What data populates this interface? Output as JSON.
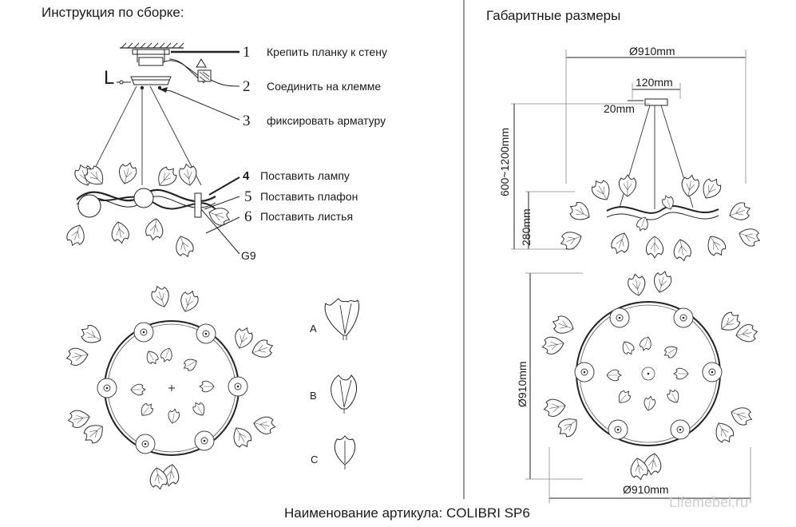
{
  "left_title": "Инструкция по сборке:",
  "right_title": "Габаритные размеры",
  "steps": [
    {
      "num": "1",
      "text": "Крепить планку к стену"
    },
    {
      "num": "2",
      "text": "Соединить на клемме"
    },
    {
      "num": "3",
      "text": "фиксировать арматуру"
    },
    {
      "num": "4",
      "text": "Поставить лампу"
    },
    {
      "num": "5",
      "text": "Поставить плафон"
    },
    {
      "num": "6",
      "text": "Поставить листья"
    }
  ],
  "callouts": {
    "ground": "L",
    "bulb": "G9"
  },
  "parts": [
    {
      "letter": "A"
    },
    {
      "letter": "B"
    },
    {
      "letter": "C"
    }
  ],
  "dimensions": {
    "top_width": "Ø910mm",
    "canopy": "120mm",
    "canopy_depth": "20mm",
    "height": "600~1200mm",
    "body_height": "280mm",
    "plan_vertical": "Ø910mm",
    "plan_width": "Ø910mm"
  },
  "footer": "Наименование артикула: COLIBRI SP6",
  "watermark": "Lifemebel.ru"
}
